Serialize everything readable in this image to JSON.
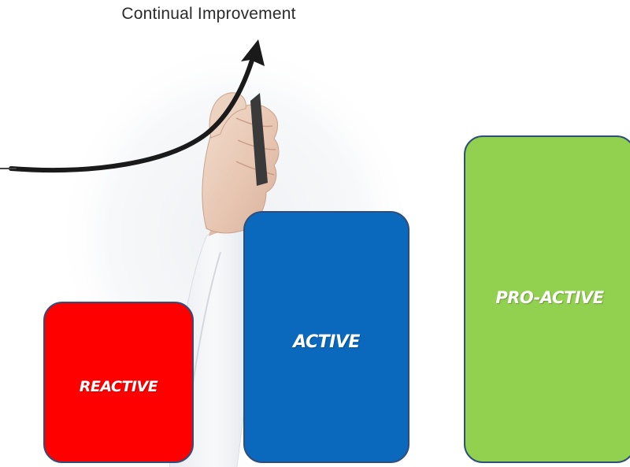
{
  "title": "Continual Improvement",
  "stages": [
    {
      "label": "REACTIVE",
      "color": "#ff0000"
    },
    {
      "label": "ACTIVE",
      "color": "#0a69bd"
    },
    {
      "label": "PRO-ACTIVE",
      "color": "#92d050"
    }
  ],
  "colors": {
    "background": "#ffffff",
    "box_border": "#2f4e7a",
    "arrow": "#1a1a1a",
    "label_text": "#ffffff",
    "title_text": "#2b2b2b"
  },
  "illustration": {
    "subject": "hand-drawing-arrow-illustration",
    "arrow_direction": "up-right"
  }
}
